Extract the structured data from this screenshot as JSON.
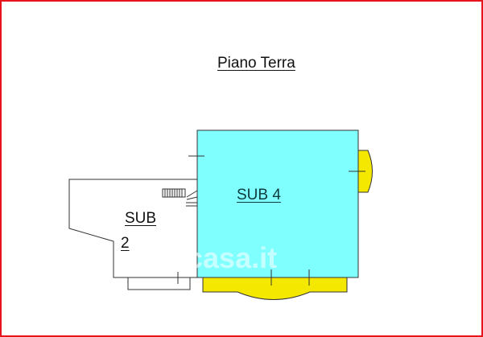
{
  "title": "Piano Terra",
  "units": [
    {
      "label": "SUB 4",
      "color": "#80ffff"
    },
    {
      "label_line1": "SUB",
      "label_line2": "2",
      "color": "#ffffff"
    }
  ],
  "balcony_color": "#f5e800",
  "watermark": "casa.it"
}
